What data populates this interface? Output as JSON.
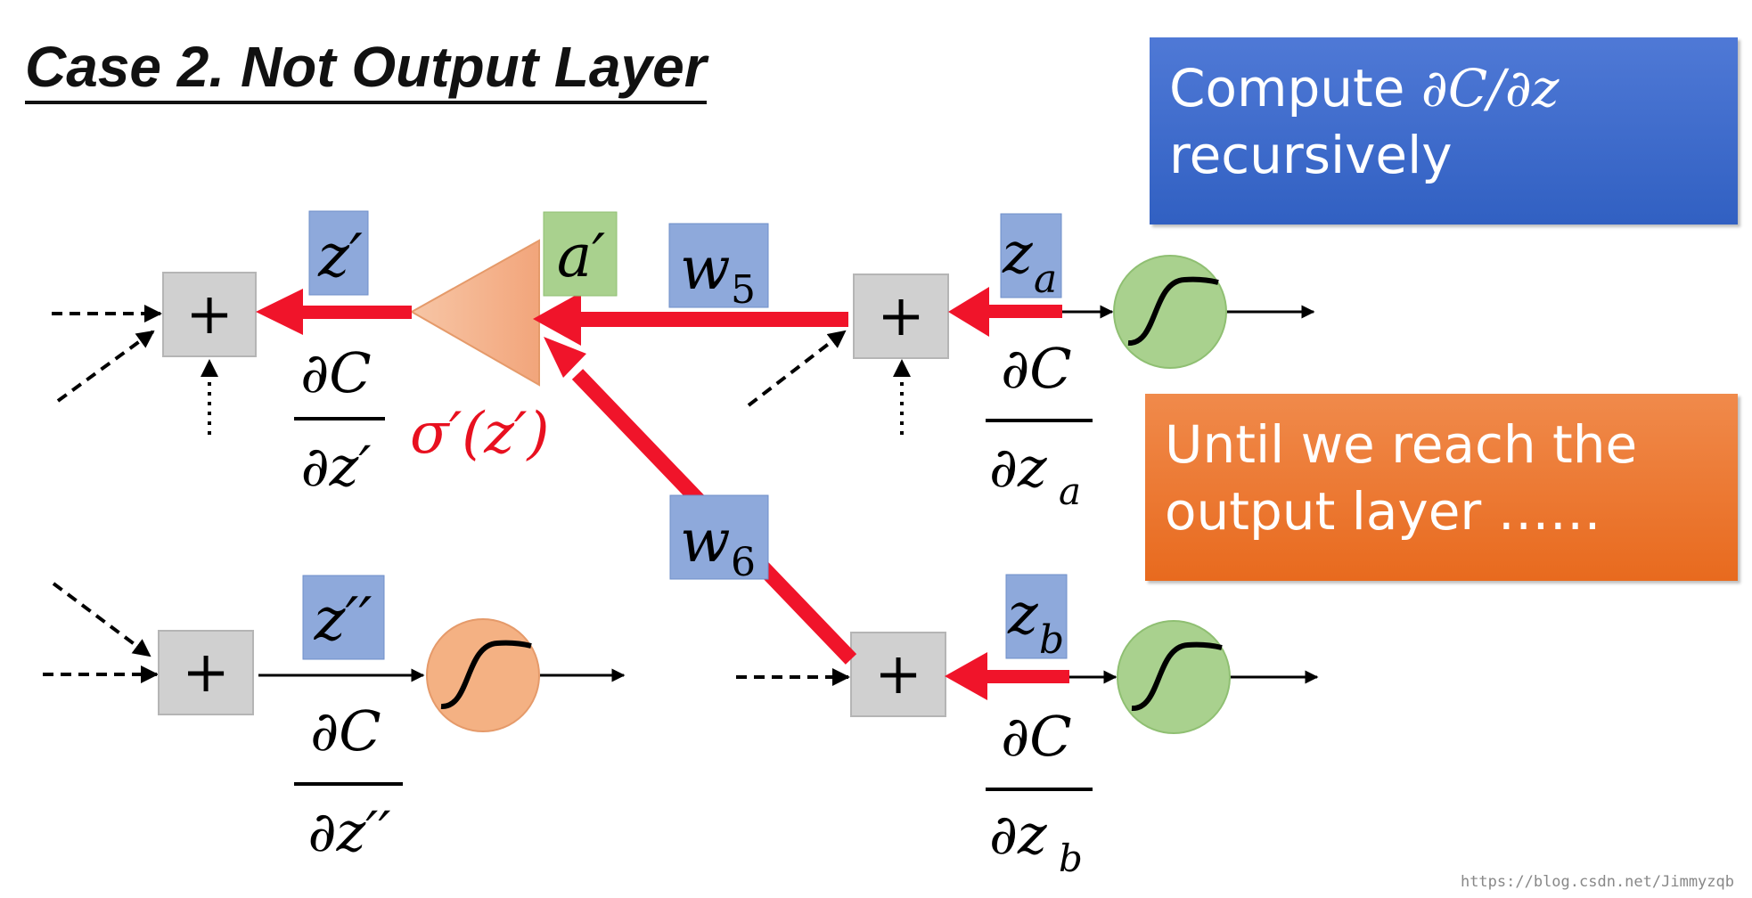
{
  "title": "Case 2. Not Output Layer",
  "callout_compute": {
    "line1": "Compute ",
    "math": "∂C/∂z",
    "line2": "recursively"
  },
  "callout_until": {
    "line1": "Until we reach the",
    "line2": "output layer ……"
  },
  "plus_symbol": "+",
  "labels": {
    "z_prime": "z′",
    "a_prime": "a′",
    "w5": "w",
    "w5_sub": "5",
    "w6": "w",
    "w6_sub": "6",
    "z_a": "z",
    "z_a_sub": "a",
    "z_b": "z",
    "z_b_sub": "b",
    "z_double_prime": "z′′",
    "sigma_prime": "σ′(z′)"
  },
  "fractions": {
    "dc": "∂C",
    "dz_prime": "∂z′",
    "dz_double_prime": "∂z′′",
    "dz": "∂z",
    "sub_a": "a",
    "sub_b": "b"
  },
  "watermark": "https://blog.csdn.net/Jimmyzqb",
  "colors": {
    "arrow_red": "#f0142a",
    "label_blue": "#8ea9db",
    "label_green": "#a9d18e",
    "neuron_green": "#a9d18e",
    "neuron_orange": "#f4b183",
    "triangle": "#f4b183",
    "plus_box": "#d0d0d0",
    "callout_blue": "#3f6fd0",
    "callout_orange": "#ed7a33",
    "sigma_text": "#e8101f"
  },
  "icons": {
    "neuron": "sigmoid-neuron-icon",
    "activation": "triangle-activation-icon"
  }
}
